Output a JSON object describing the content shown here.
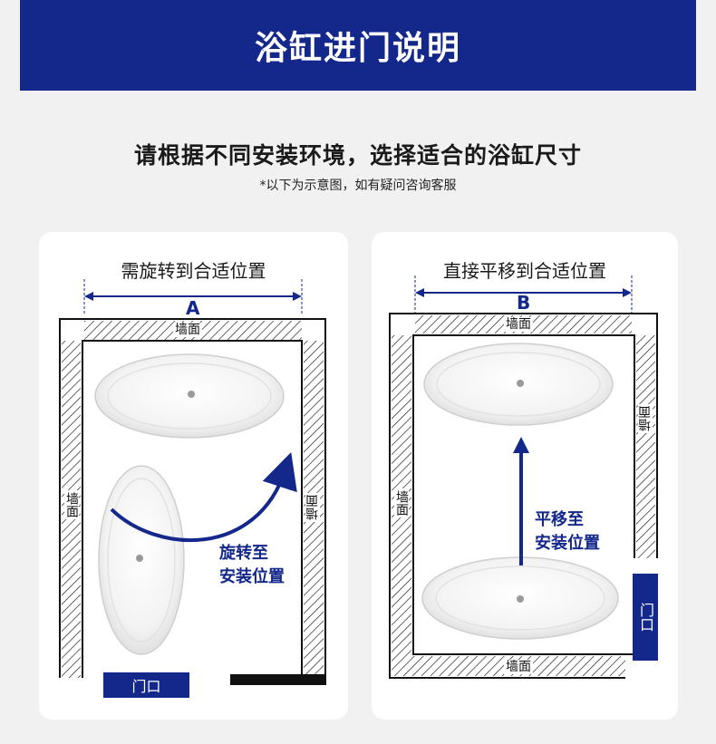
{
  "header": {
    "title": "浴缸进门说明"
  },
  "subtitle": "请根据不同安装环境，选择适合的浴缸尺寸",
  "note": "*以下为示意图，如有疑问咨询客服",
  "left_panel": {
    "heading": "需旋转到合适位置",
    "letter": "A",
    "wall_top": "墙面",
    "wall_left": "墙面",
    "wall_right": "墙面",
    "action_line1": "旋转至",
    "action_line2": "安装位置",
    "door": "门口"
  },
  "right_panel": {
    "heading": "直接平移到合适位置",
    "letter": "B",
    "wall_top": "墙面",
    "wall_left": "墙面",
    "wall_right": "墙面",
    "wall_bottom": "墙面",
    "action_line1": "平移至",
    "action_line2": "安装位置",
    "door": "门口"
  },
  "colors": {
    "brand_blue": "#14288c",
    "background": "#f1f1f2"
  }
}
